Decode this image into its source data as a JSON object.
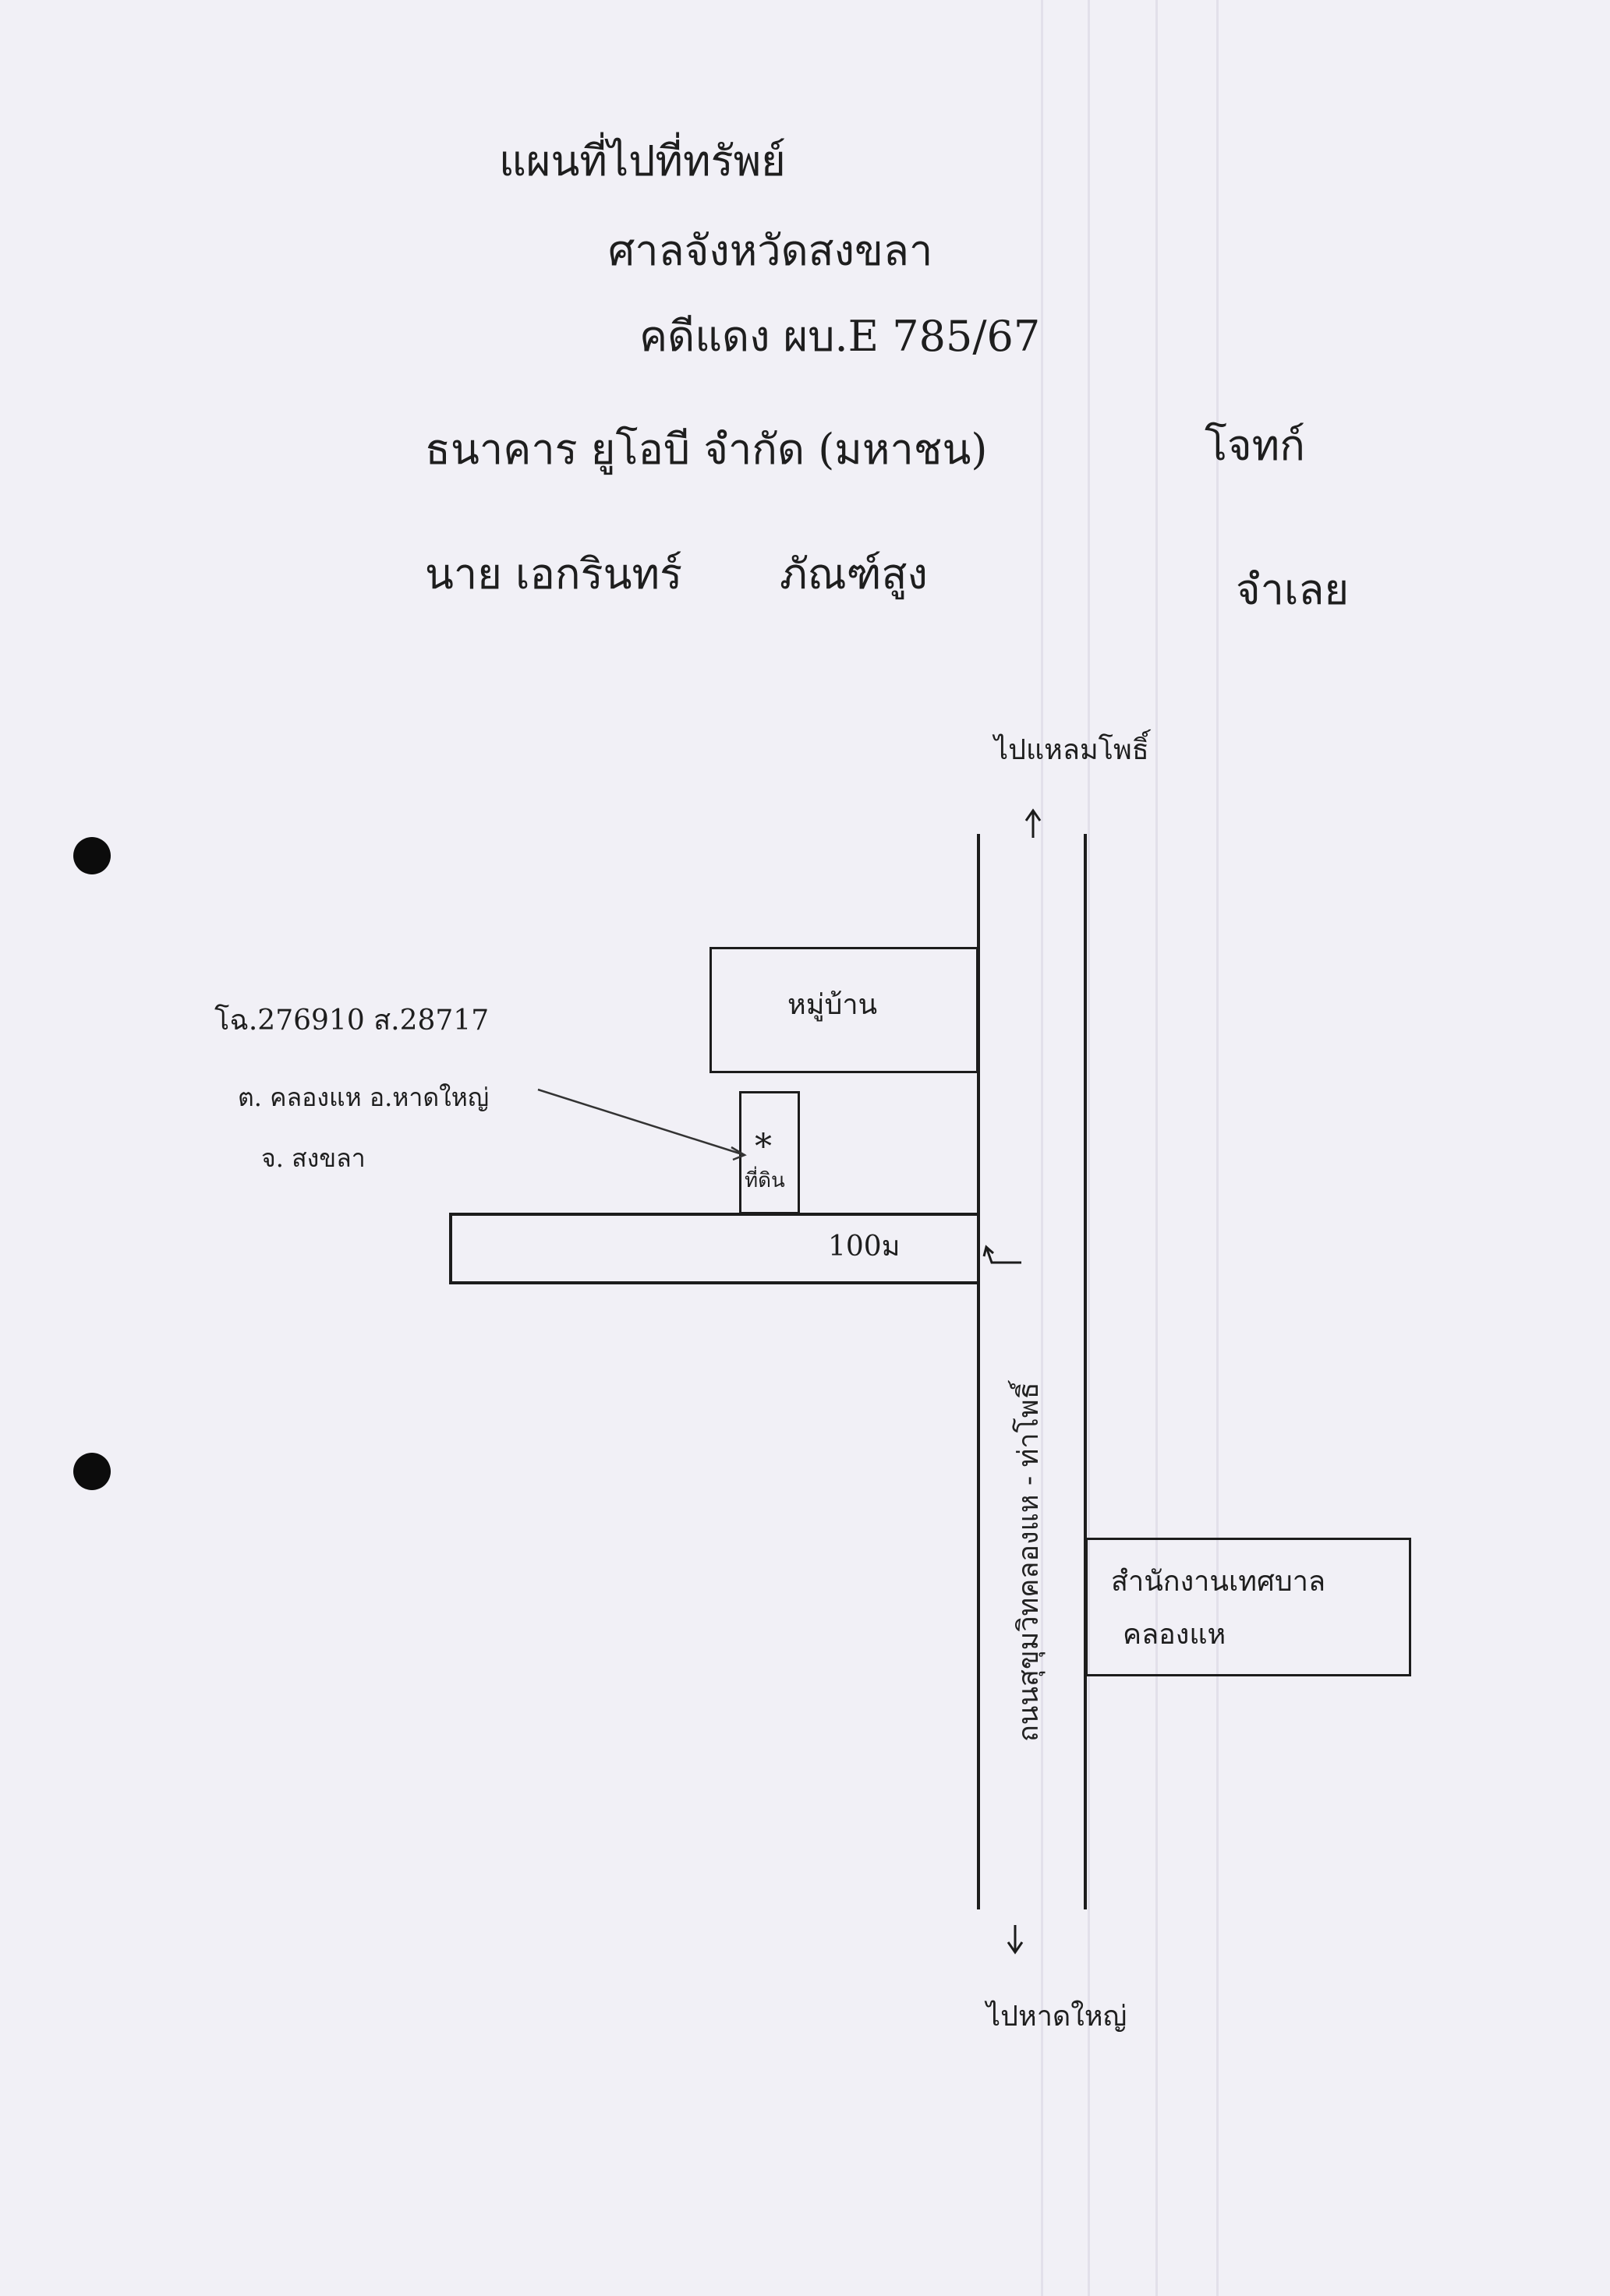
{
  "header": {
    "line1": "แผนที่ไปที่ทรัพย์",
    "line2": "ศาลจังหวัดสงขลา",
    "line3": "คดีแดง ผบ.E 785/67",
    "plaintiff": "ธนาคาร ยูโอบี จำกัด (มหาชน)",
    "plaintiff_role": "โจทก์",
    "defendant": "นาย เอกรินทร์",
    "defendant_surname": "ภัณฑ์สูง",
    "defendant_role": "จำเลย"
  },
  "map": {
    "north_label": "ไปแหลมโพธิ์",
    "south_label": "ไปหาดใหญ่",
    "main_road_label": "ถนนสุขุมวิทคลองแห - ท่าโพธิ์",
    "village_label": "หมู่บ้าน",
    "property_label": "ที่ดิน",
    "property_marker": "*",
    "side_road_distance": "100ม",
    "municipal_office_line1": "สำนักงานเทศบาล",
    "municipal_office_line2": "คลองแห",
    "deed_info": "โฉ.276910 ส.28717",
    "address_line1": "ต. คลองแห อ.หาดใหญ่",
    "address_line2": "จ. สงขลา"
  }
}
